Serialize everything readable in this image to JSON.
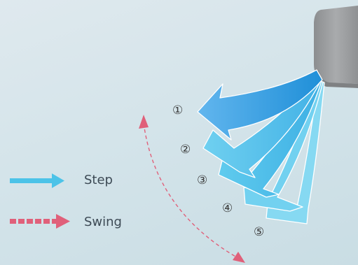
{
  "colors": {
    "step_arrow": "#4cc3e8",
    "swing_arrow": "#e0607a",
    "ac_unit": "#9a9c9e",
    "airflow_light": "#7fd3ef",
    "airflow_dark": "#2f93dd"
  },
  "legend": {
    "step_label": "Step",
    "swing_label": "Swing"
  },
  "positions": [
    "①",
    "②",
    "③",
    "④",
    "⑤"
  ]
}
